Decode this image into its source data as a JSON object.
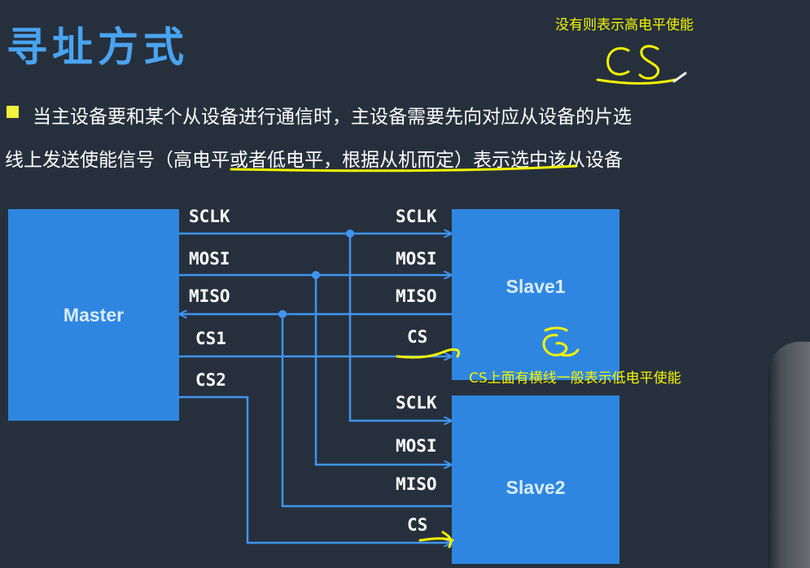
{
  "title": "寻址方式",
  "description": {
    "line1": "当主设备要和某个从设备进行通信时，主设备需要先向对应从设备的片选",
    "line2": "线上发送使能信号（高电平或者低电平，根据从机而定）表示选中该从设备"
  },
  "annotations": {
    "no_bar": "没有则表示高电平使能",
    "bar": "CS上面有横线一般表示低电平使能",
    "handwritten_cs": "CS"
  },
  "diagram": {
    "master": {
      "label": "Master"
    },
    "slave1": {
      "label": "Slave1"
    },
    "slave2": {
      "label": "Slave2"
    },
    "master_signals": [
      "SCLK",
      "MOSI",
      "MISO",
      "CS1",
      "CS2"
    ],
    "slave1_signals": [
      "SCLK",
      "MOSI",
      "MISO",
      "CS"
    ],
    "slave2_signals": [
      "SCLK",
      "MOSI",
      "MISO",
      "CS"
    ]
  },
  "colors": {
    "background": "#26303d",
    "title": "#4aa3f0",
    "box": "#2f86e0",
    "wire": "#3f95f0",
    "annotation": "#f5f500"
  }
}
